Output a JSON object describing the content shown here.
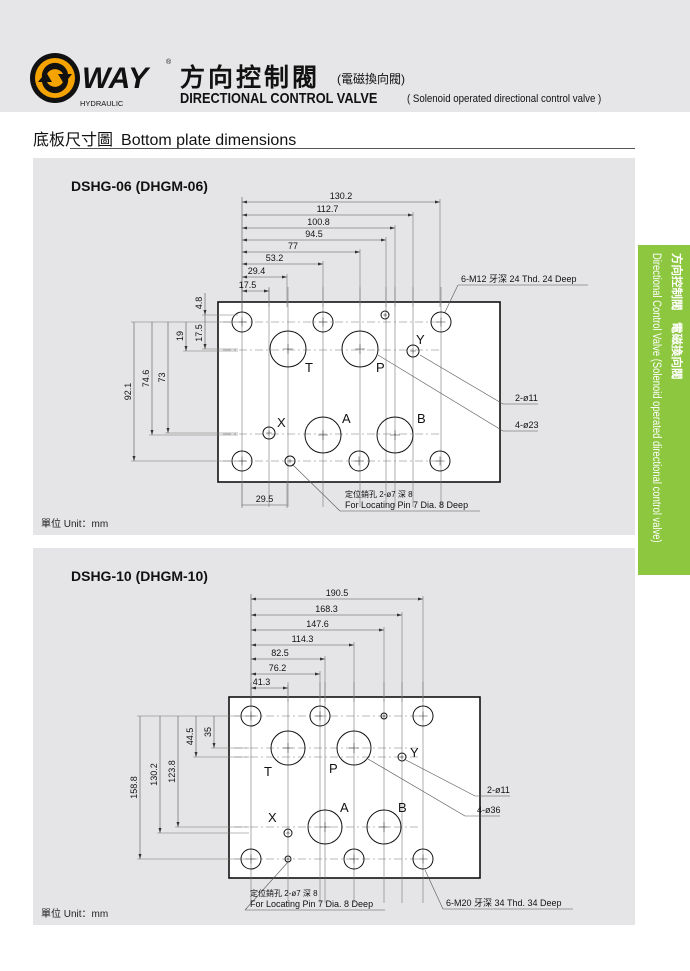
{
  "header": {
    "logo_brand": "WAY",
    "logo_sub": "HYDRAULIC",
    "title_zh": "方向控制閥",
    "title_zh_sub": "(電磁換向閥)",
    "title_en": "DIRECTIONAL CONTROL VALVE",
    "title_en_sub": "( Solenoid operated directional control valve )"
  },
  "section": {
    "title_zh": "底板尺寸圖",
    "title_en": "Bottom plate dimensions"
  },
  "side_tab": {
    "zh": "方向控制閥　電磁換向閥",
    "en": "Directional Control Valve (Solenoid operated directional control valve)"
  },
  "colors": {
    "header_bg": "#e6e6e8",
    "panel_bg": "#e5e5e7",
    "tab": "#8dc63f",
    "logo": "#f5a300"
  },
  "panels": [
    {
      "title": "DSHG-06 (DHGM-06)",
      "unit": "單位 Unit：mm",
      "dims_h": [
        "130.2",
        "112.7",
        "100.8",
        "94.5",
        "77",
        "53.2",
        "29.4",
        "17.5"
      ],
      "dims_v": [
        "92.1",
        "74.6",
        "73",
        "19",
        "17.5",
        "4.8"
      ],
      "dim_bottom": "29.5",
      "ports": {
        "T": "T",
        "P": "P",
        "A": "A",
        "B": "B",
        "X": "X",
        "Y": "Y"
      },
      "callouts": {
        "bolt": "6-M12 牙深 24  Thd. 24 Deep",
        "small": "2-ø11",
        "big": "4-ø23",
        "pin_zh": "定位銷孔 2-ø7 深 8",
        "pin_en": "For Locating Pin 7 Dia. 8 Deep"
      }
    },
    {
      "title": "DSHG-10 (DHGM-10)",
      "unit": "單位 Unit：mm",
      "dims_h": [
        "190.5",
        "168.3",
        "147.6",
        "114.3",
        "82.5",
        "76.2",
        "41.3"
      ],
      "dims_v": [
        "158.8",
        "130.2",
        "123.8",
        "44.5",
        "35"
      ],
      "ports": {
        "T": "T",
        "P": "P",
        "A": "A",
        "B": "B",
        "X": "X",
        "Y": "Y"
      },
      "callouts": {
        "bolt": "6-M20 牙深 34  Thd. 34 Deep",
        "small": "2-ø11",
        "big": "4-ø36",
        "pin_zh": "定位銷孔 2-ø7 深 8",
        "pin_en": "For Locating Pin 7 Dia. 8 Deep"
      }
    }
  ]
}
